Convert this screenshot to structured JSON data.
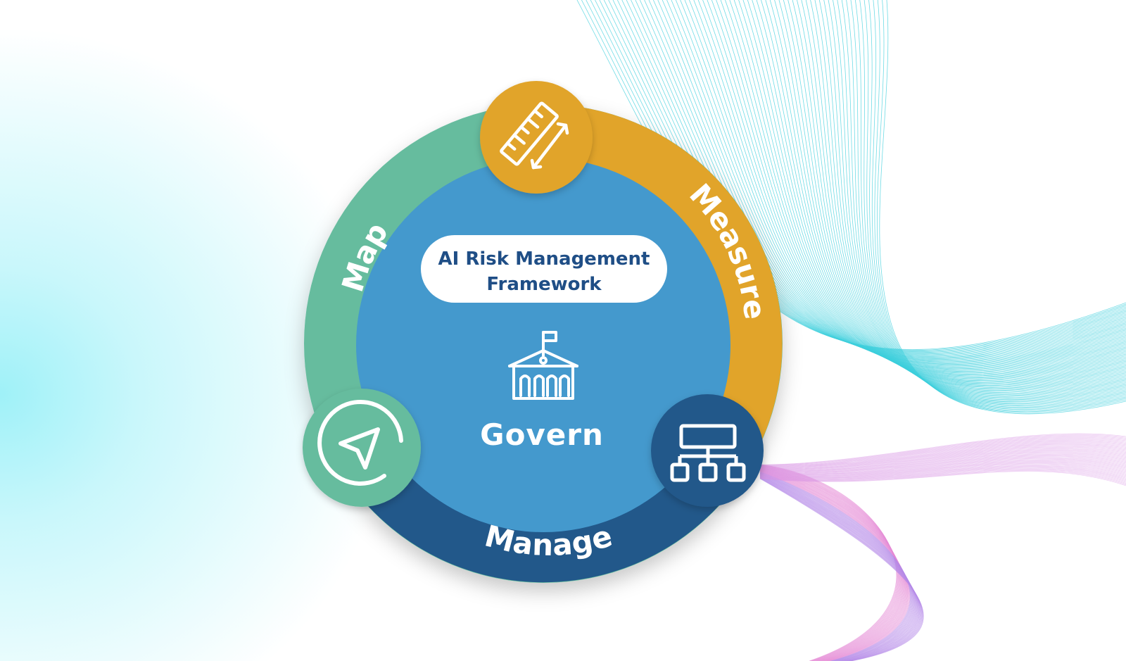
{
  "diagram": {
    "title_line1": "AI Risk Management",
    "title_line2": "Framework",
    "center": {
      "label": "Govern",
      "icon": "government-building-icon"
    },
    "segments": [
      {
        "label": "Map",
        "icon": "navigation-compass-icon",
        "color": "#66bc9e"
      },
      {
        "label": "Measure",
        "icon": "ruler-measure-icon",
        "color": "#e1a42a"
      },
      {
        "label": "Manage",
        "icon": "hierarchy-chart-icon",
        "color": "#22588a"
      }
    ],
    "center_color": "#4499cd",
    "title_text_color": "#1f4e86"
  }
}
